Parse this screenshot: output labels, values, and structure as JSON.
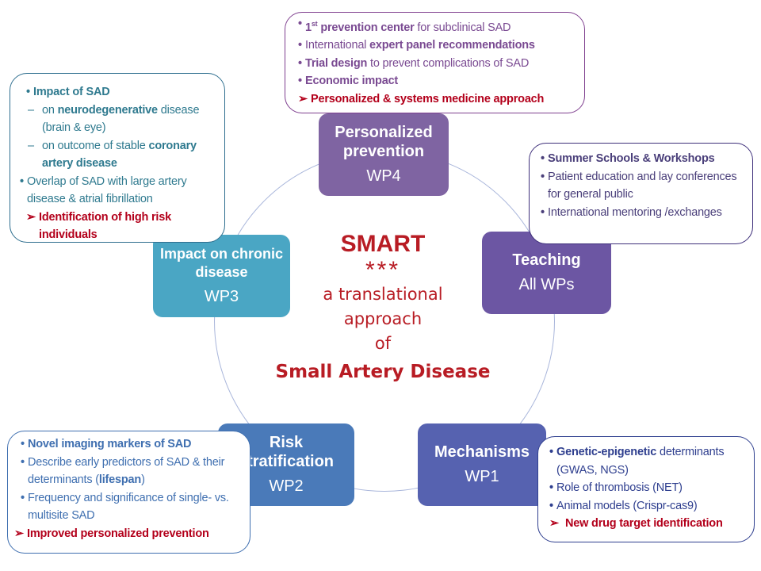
{
  "center": {
    "title": "SMART",
    "stars": "***",
    "line1": "a translational",
    "line2": "approach",
    "line3": "of",
    "subject": "Small Artery Disease"
  },
  "nodes": {
    "wp4": {
      "title": "Personalized prevention",
      "wp": "WP4",
      "color": "#7f64a2"
    },
    "teaching": {
      "title": "Teaching",
      "wp": "All WPs",
      "color": "#6c56a3"
    },
    "wp1": {
      "title": "Mechanisms",
      "wp": "WP1",
      "color": "#5662b0"
    },
    "wp2": {
      "title": "Risk stratification",
      "wp": "WP2",
      "color": "#4a7ab9"
    },
    "wp3": {
      "title": "Impact on chronic disease",
      "wp": "WP3",
      "color": "#4aa6c4"
    }
  },
  "callouts": {
    "wp4": {
      "border": "#7f3f8f",
      "items": [
        {
          "bold": "1",
          "sup": "st",
          "bold2": " prevention center",
          "rest": " for subclinical SAD"
        },
        {
          "pre": "International ",
          "bold": "expert panel recommendations"
        },
        {
          "bold": "Trial design",
          "rest": " to prevent complications of SAD"
        },
        {
          "bold": "Economic impact"
        },
        {
          "arrow": "Personalized & systems medicine approach"
        }
      ]
    },
    "teaching": {
      "border": "#3e2f7a",
      "items": [
        {
          "bold": "Summer Schools & Workshops"
        },
        {
          "rest": "Patient education and lay conferences for general public"
        },
        {
          "rest": "International mentoring /exchanges"
        }
      ]
    },
    "wp1": {
      "border": "#2f3f8f",
      "items": [
        {
          "bold": "Genetic-epigenetic",
          "rest": " determinants (GWAS, NGS)"
        },
        {
          "rest": "Role of thrombosis (NET)"
        },
        {
          "rest": "Animal models (Crispr-cas9)"
        },
        {
          "arrow": "New drug target identification"
        }
      ]
    },
    "wp2": {
      "border": "#3f6fb0",
      "items": [
        {
          "bold": "Novel imaging markers of SAD"
        },
        {
          "rest": "Describe early predictors of SAD & their determinants (",
          "bold": "lifespan",
          "rest2": ")"
        },
        {
          "rest": "Frequency and significance of single- vs. multisite  SAD"
        },
        {
          "arrow": "Improved personalized prevention"
        }
      ]
    },
    "wp3": {
      "border": "#2f6f8f",
      "items": [
        {
          "bold": "Impact of SAD"
        },
        {
          "dash": true,
          "pre": "on ",
          "bold": "neurodegenerative",
          "rest": " disease (brain & eye)"
        },
        {
          "dash": true,
          "pre": "on outcome of stable ",
          "bold": "coronary artery disease"
        },
        {
          "rest": "Overlap of SAD with large artery disease & atrial fibrillation"
        },
        {
          "arrow": "Identification of high risk individuals"
        }
      ]
    }
  }
}
